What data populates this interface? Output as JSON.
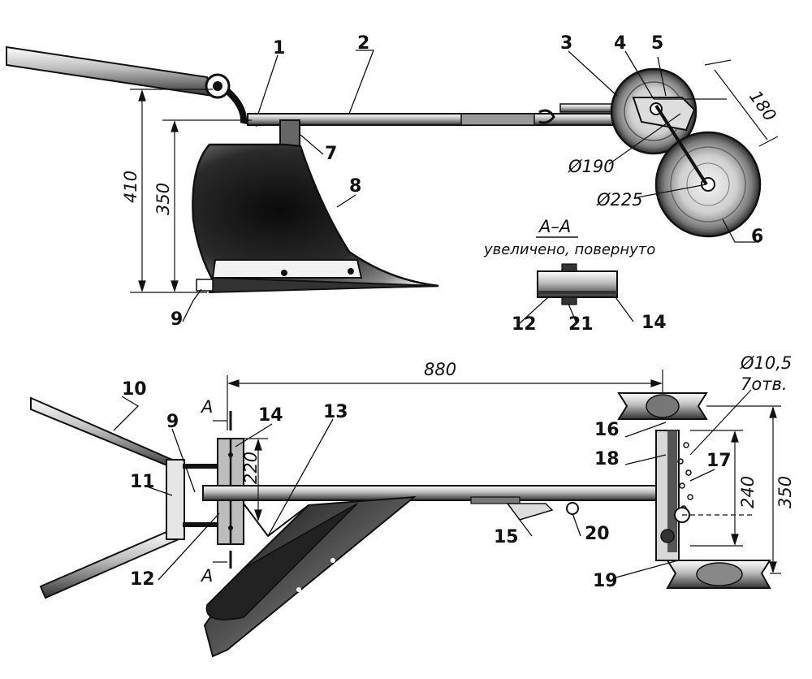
{
  "part_numbers": {
    "p1": "1",
    "p2": "2",
    "p3": "3",
    "p4": "4",
    "p5": "5",
    "p6": "6",
    "p7": "7",
    "p8": "8",
    "p9": "9",
    "p10": "10",
    "p11": "11",
    "p12": "12",
    "p13": "13",
    "p14": "14",
    "p15": "15",
    "p16": "16",
    "p17": "17",
    "p18": "18",
    "p19": "19",
    "p20": "20",
    "p21": "21"
  },
  "top_view": {
    "section_a": {
      "d190": "Ø190",
      "d225": "Ø225",
      "d180": "180",
      "h410": "410",
      "h350": "350"
    }
  },
  "section": {
    "title": "А–А",
    "note": "увеличено, повернуто"
  },
  "bottom_view": {
    "len880": "880",
    "hole_dia": "Ø10,5",
    "hole_count": "7отв.",
    "h220": "220",
    "h240": "240",
    "h350": "350",
    "cut_a_top": "А",
    "cut_a_bottom": "А"
  }
}
